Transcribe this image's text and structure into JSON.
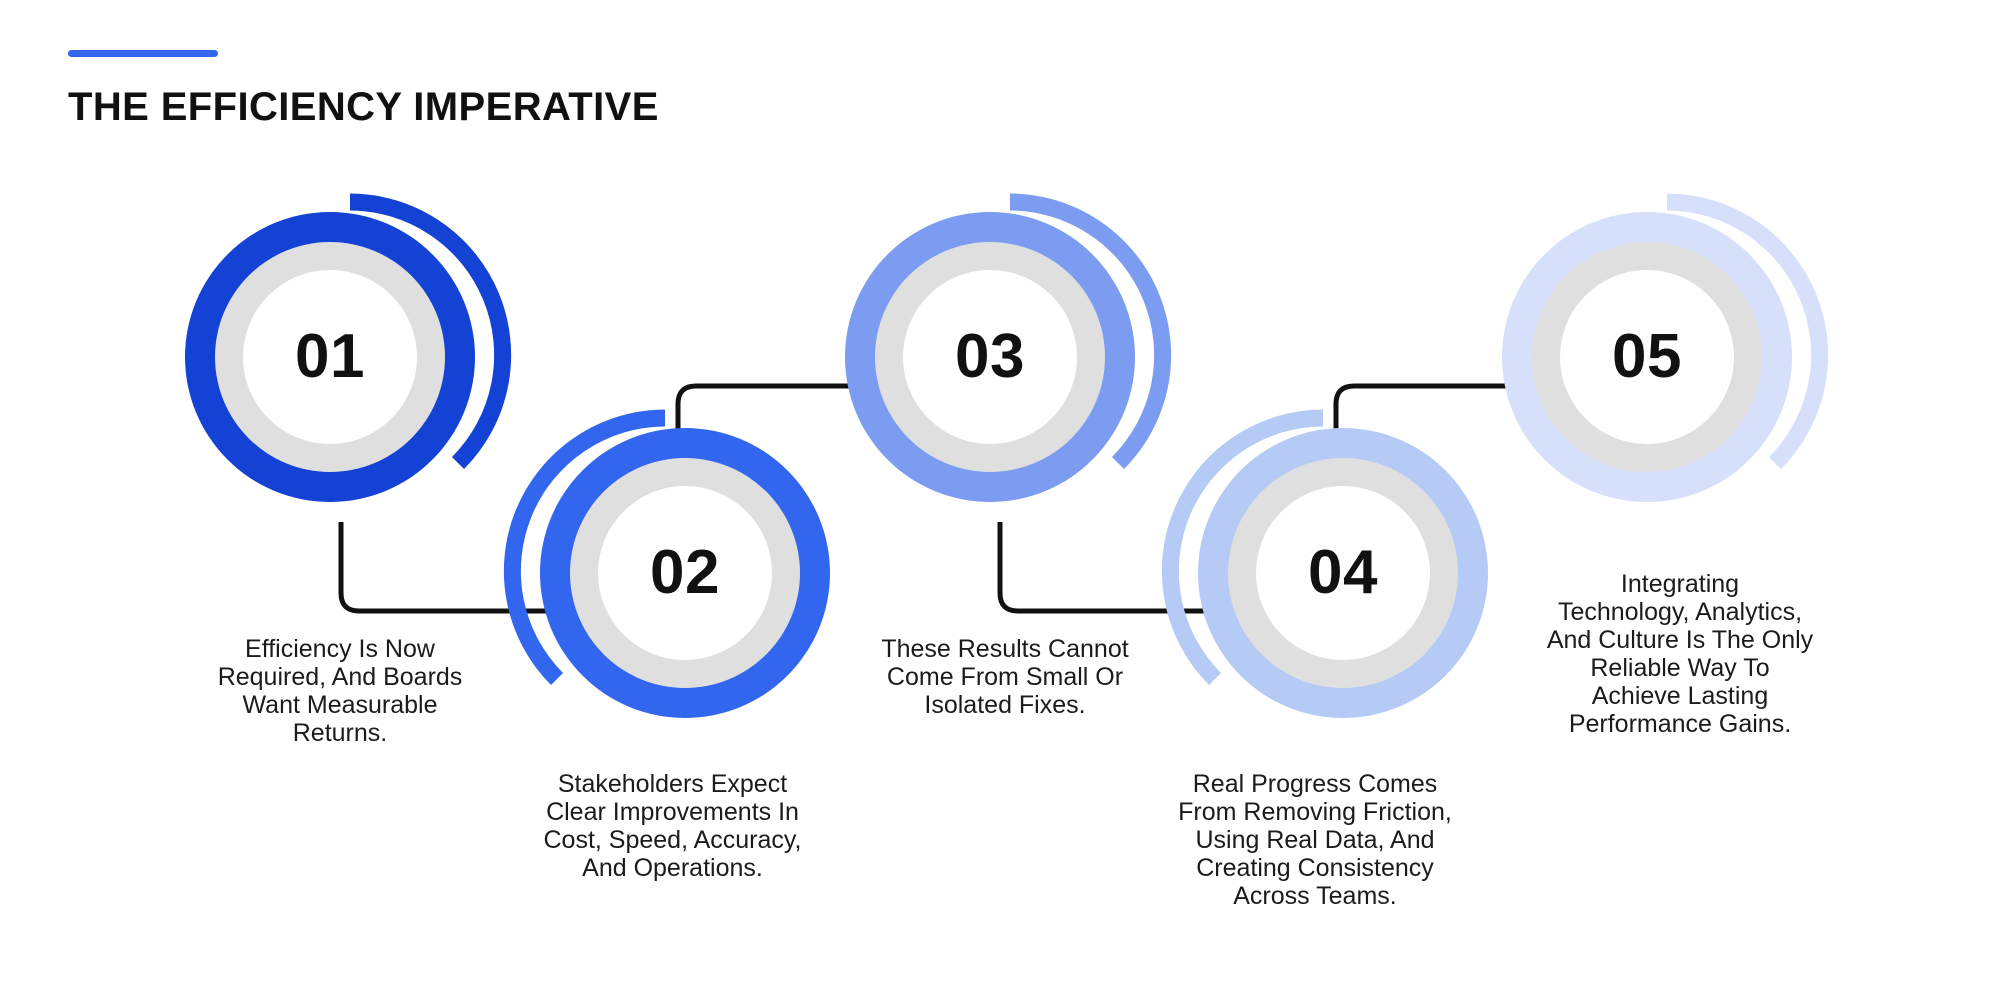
{
  "header": {
    "title": "THE EFFICIENCY IMPERATIVE",
    "accent_color": "#3366EE"
  },
  "theme": {
    "background": "#FFFFFF",
    "inner_ring_gray": "#DFDFDF",
    "core_white": "#FFFFFF",
    "number_color": "#111111",
    "caption_color": "#1B1B1B",
    "connector_color": "#111111"
  },
  "steps": [
    {
      "number": "01",
      "color": "#1442D4",
      "caption": "Efficiency Is Now\nRequired, And Boards\nWant Measurable\nReturns."
    },
    {
      "number": "02",
      "color": "#3366EE",
      "caption": "Stakeholders Expect\nClear Improvements In\nCost, Speed, Accuracy,\nAnd Operations."
    },
    {
      "number": "03",
      "color": "#7B9CF0",
      "caption": "These Results Cannot\nCome From Small Or\nIsolated Fixes."
    },
    {
      "number": "04",
      "color": "#B5CBF5",
      "caption": "Real Progress Comes\nFrom Removing Friction,\nUsing Real Data, And\nCreating Consistency\nAcross Teams."
    },
    {
      "number": "05",
      "color": "#D6E0FA",
      "caption": "Integrating\nTechnology, Analytics,\nAnd Culture Is The Only\nReliable Way To\nAchieve Lasting\nPerformance Gains."
    }
  ]
}
